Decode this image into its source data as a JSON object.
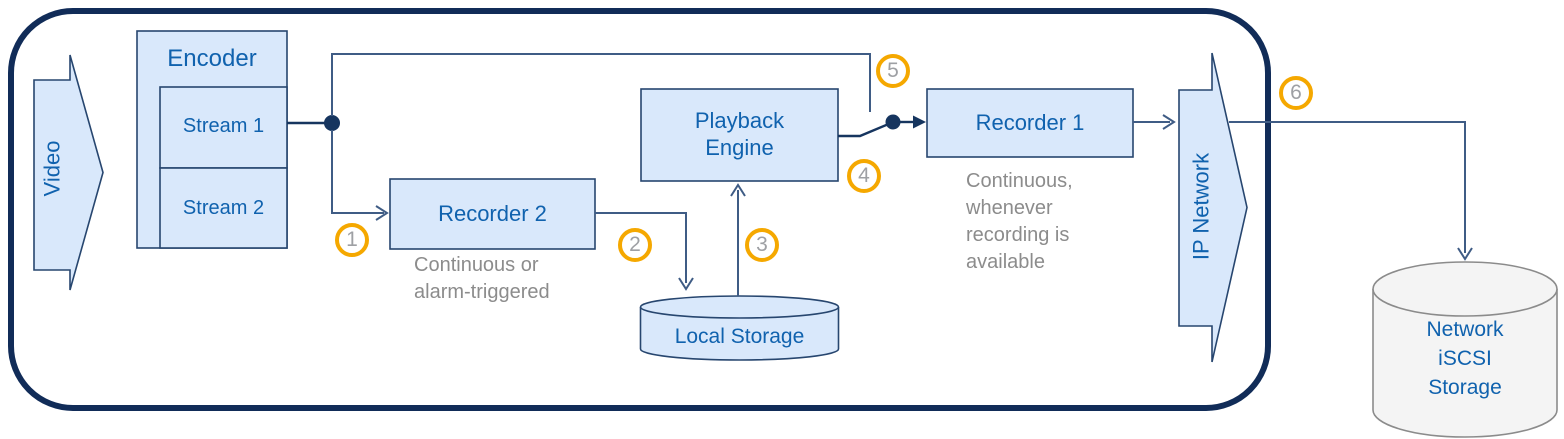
{
  "colors": {
    "box_fill": "#D9E8FB",
    "box_stroke": "#27466F",
    "label_blue": "#1062AE",
    "connector": "#3F5C85",
    "dark_navy": "#16355F",
    "border_navy": "#112C58",
    "badge_ring": "#F5A800",
    "badge_number_gray": "#9EA0A4",
    "caption_gray": "#8C8C8C",
    "storage_fill": "#F4F4F4",
    "storage_stroke": "#8B8B8B"
  },
  "nodes": {
    "video": {
      "label": "Video"
    },
    "encoder": {
      "label": "Encoder",
      "streams": [
        {
          "label": "Stream 1"
        },
        {
          "label": "Stream 2"
        }
      ]
    },
    "recorder2": {
      "label": "Recorder 2",
      "caption": "Continuous or\nalarm-triggered"
    },
    "local_storage": {
      "label": "Local Storage"
    },
    "playback_engine": {
      "label": "Playback\nEngine"
    },
    "recorder1": {
      "label": "Recorder 1",
      "caption": "Continuous,\nwhenever\nrecording is\navailable"
    },
    "ip_network": {
      "label": "IP Network"
    },
    "network_iscsi_storage": {
      "label": "Network\niSCSI\nStorage"
    }
  },
  "step_badges": [
    {
      "number": "1"
    },
    {
      "number": "2"
    },
    {
      "number": "3"
    },
    {
      "number": "4"
    },
    {
      "number": "5"
    },
    {
      "number": "6"
    }
  ]
}
